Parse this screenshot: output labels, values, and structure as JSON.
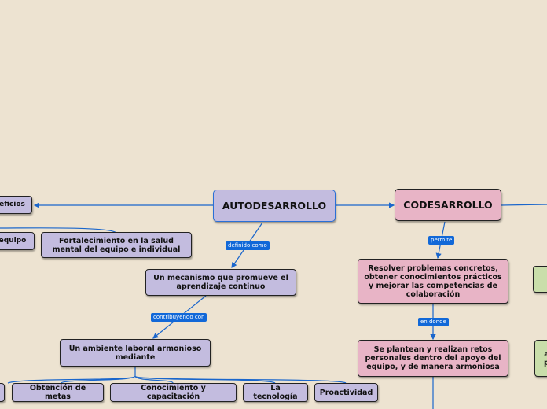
{
  "nodes": {
    "autodesarrollo": "AUTODESARROLLO",
    "codesarrollo": "CODESARROLLO",
    "beneficios": "eficios",
    "equipo": "equipo",
    "fortalecimiento": "Fortalecimiento en la salud mental del equipo e individual",
    "mecanismo": "Un mecanismo que promueve el aprendizaje continuo",
    "ambiente": "Un ambiente laboral armonioso mediante",
    "obtencion": "Obtención de metas",
    "conocimiento": "Conocimiento y capacitación",
    "tecnologia": "La tecnología",
    "proactividad": "Proactividad",
    "resolver": "Resolver problemas concretos, obtener conocimientos prácticos y mejorar las competencias de colaboración",
    "plantean": "Se plantean y realizan retos personales dentro del apoyo del equipo, y de manera armoniosa",
    "green2_text": "a\np"
  },
  "links": {
    "definido_como": "definido como",
    "contribuyendo_con": "contribuyendo con",
    "permite": "permite",
    "en_donde": "en donde"
  },
  "colors": {
    "background": "#ede3d1",
    "connector": "#1a66cc",
    "purple": "#c3bcdf",
    "pink": "#e8b4c6",
    "green": "#c9deaa"
  }
}
